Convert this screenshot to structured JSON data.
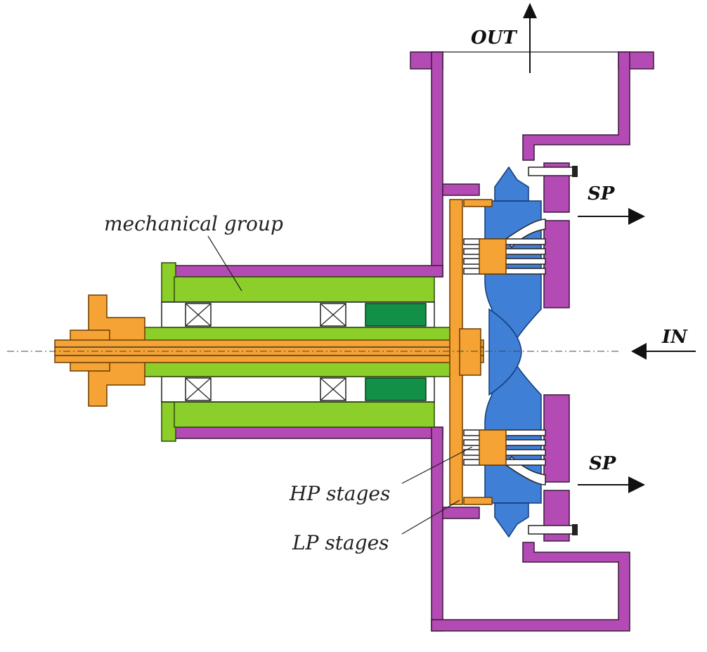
{
  "labels": {
    "out": "OUT",
    "in": "IN",
    "sp_top": "SP",
    "sp_bottom": "SP",
    "mechanical_group": "mechanical group",
    "hp_stages": "HP stages",
    "lp_stages": "LP stages"
  },
  "colors": {
    "casing": "#b44bb4",
    "mechanical_group": "#8ccf2a",
    "seal_block": "#139048",
    "shaft": "#f5a334",
    "impeller": "#3f7fd6"
  }
}
